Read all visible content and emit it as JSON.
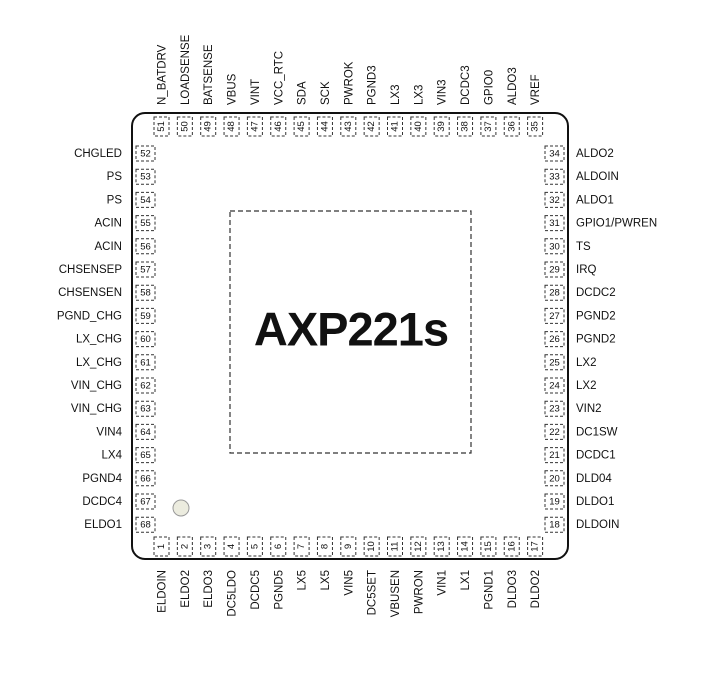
{
  "chip": {
    "name": "AXP221s"
  },
  "pins": {
    "left": [
      {
        "num": "52",
        "name": "CHGLED"
      },
      {
        "num": "53",
        "name": "PS"
      },
      {
        "num": "54",
        "name": "PS"
      },
      {
        "num": "55",
        "name": "ACIN"
      },
      {
        "num": "56",
        "name": "ACIN"
      },
      {
        "num": "57",
        "name": "CHSENSEP"
      },
      {
        "num": "58",
        "name": "CHSENSEN"
      },
      {
        "num": "59",
        "name": "PGND_CHG"
      },
      {
        "num": "60",
        "name": "LX_CHG"
      },
      {
        "num": "61",
        "name": "LX_CHG"
      },
      {
        "num": "62",
        "name": "VIN_CHG"
      },
      {
        "num": "63",
        "name": "VIN_CHG"
      },
      {
        "num": "64",
        "name": "VIN4"
      },
      {
        "num": "65",
        "name": "LX4"
      },
      {
        "num": "66",
        "name": "PGND4"
      },
      {
        "num": "67",
        "name": "DCDC4"
      },
      {
        "num": "68",
        "name": "ELDO1"
      }
    ],
    "right": [
      {
        "num": "34",
        "name": "ALDO2"
      },
      {
        "num": "33",
        "name": "ALDOIN"
      },
      {
        "num": "32",
        "name": "ALDO1"
      },
      {
        "num": "31",
        "name": "GPIO1/PWREN"
      },
      {
        "num": "30",
        "name": "TS"
      },
      {
        "num": "29",
        "name": "IRQ"
      },
      {
        "num": "28",
        "name": "DCDC2"
      },
      {
        "num": "27",
        "name": "PGND2"
      },
      {
        "num": "26",
        "name": "PGND2"
      },
      {
        "num": "25",
        "name": "LX2"
      },
      {
        "num": "24",
        "name": "LX2"
      },
      {
        "num": "23",
        "name": "VIN2"
      },
      {
        "num": "22",
        "name": "DC1SW"
      },
      {
        "num": "21",
        "name": "DCDC1"
      },
      {
        "num": "20",
        "name": "DLD04"
      },
      {
        "num": "19",
        "name": "DLDO1"
      },
      {
        "num": "18",
        "name": "DLDOIN"
      }
    ],
    "top": [
      {
        "num": "51",
        "name": "N_BATDRV"
      },
      {
        "num": "50",
        "name": "LOADSENSE"
      },
      {
        "num": "49",
        "name": "BATSENSE"
      },
      {
        "num": "48",
        "name": "VBUS"
      },
      {
        "num": "47",
        "name": "VINT"
      },
      {
        "num": "46",
        "name": "VCC_RTC"
      },
      {
        "num": "45",
        "name": "SDA"
      },
      {
        "num": "44",
        "name": "SCK"
      },
      {
        "num": "43",
        "name": "PWROK"
      },
      {
        "num": "42",
        "name": "PGND3"
      },
      {
        "num": "41",
        "name": "LX3"
      },
      {
        "num": "40",
        "name": "LX3"
      },
      {
        "num": "39",
        "name": "VIN3"
      },
      {
        "num": "38",
        "name": "DCDC3"
      },
      {
        "num": "37",
        "name": "GPIO0"
      },
      {
        "num": "36",
        "name": "ALDO3"
      },
      {
        "num": "35",
        "name": "VREF"
      }
    ],
    "bottom": [
      {
        "num": "1",
        "name": "ELDOIN"
      },
      {
        "num": "2",
        "name": "ELDO2"
      },
      {
        "num": "3",
        "name": "ELDO3"
      },
      {
        "num": "4",
        "name": "DC5LDO"
      },
      {
        "num": "5",
        "name": "DCDC5"
      },
      {
        "num": "6",
        "name": "PGND5"
      },
      {
        "num": "7",
        "name": "LX5"
      },
      {
        "num": "8",
        "name": "LX5"
      },
      {
        "num": "9",
        "name": "VIN5"
      },
      {
        "num": "10",
        "name": "DC5SET"
      },
      {
        "num": "11",
        "name": "VBUSEN"
      },
      {
        "num": "12",
        "name": "PWRON"
      },
      {
        "num": "13",
        "name": "VIN1"
      },
      {
        "num": "14",
        "name": "LX1"
      },
      {
        "num": "15",
        "name": "PGND1"
      },
      {
        "num": "16",
        "name": "DLDO3"
      },
      {
        "num": "17",
        "name": "DLDO2"
      }
    ]
  },
  "colors": {
    "outline": "#111111",
    "pad_dash": "#333333",
    "pin1_marker": "#ececdf"
  }
}
